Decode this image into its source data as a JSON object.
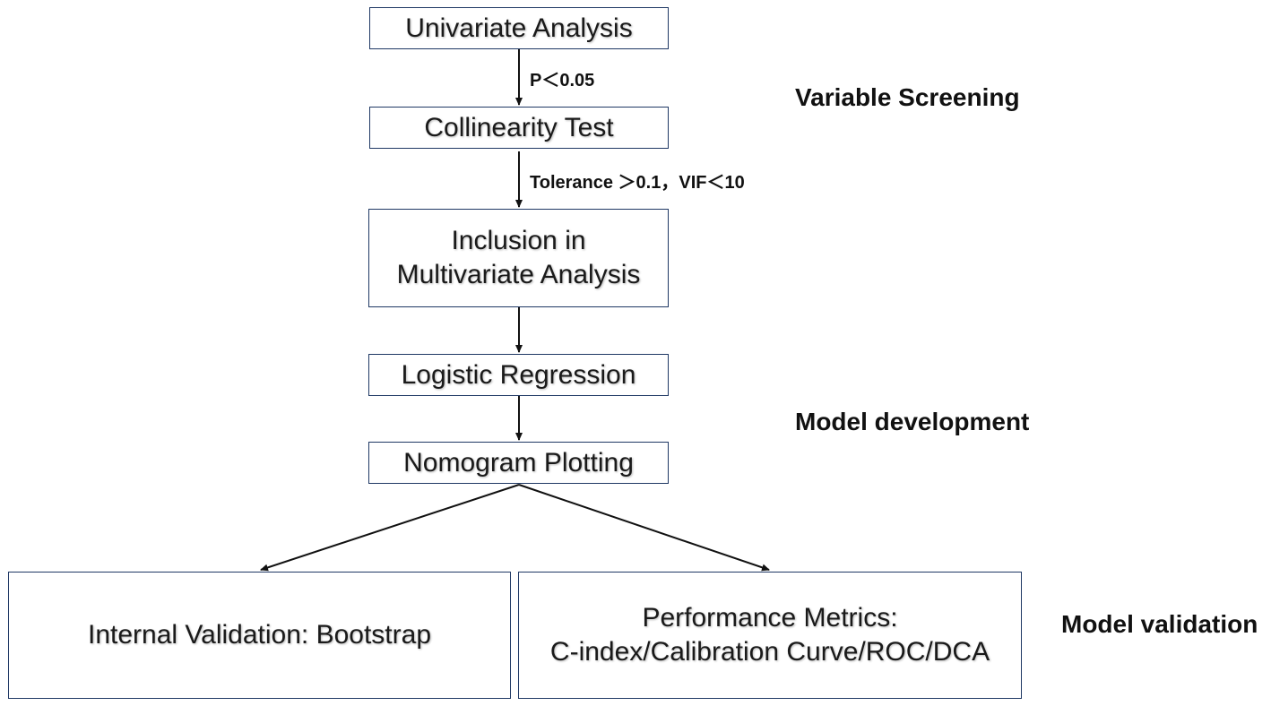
{
  "nodes": {
    "univariate": {
      "label": "Univariate Analysis"
    },
    "collinearity": {
      "label": "Collinearity Test"
    },
    "inclusion": {
      "line1": "Inclusion in",
      "line2": "Multivariate Analysis"
    },
    "logistic": {
      "label": "Logistic Regression"
    },
    "nomogram": {
      "label": "Nomogram Plotting"
    },
    "internal_validation": {
      "label": "Internal Validation: Bootstrap"
    },
    "performance": {
      "line1": "Performance Metrics:",
      "line2": "C-index/Calibration Curve/ROC/DCA"
    }
  },
  "edge_labels": {
    "p_value": "P＜0.05",
    "tolerance": "Tolerance ＞0.1，VIF＜10"
  },
  "stages": {
    "screening": "Variable Screening",
    "development": "Model development",
    "validation": "Model validation"
  },
  "colors": {
    "box_border": "#1f3864",
    "arrow": "#111111",
    "text": "#1a1a1a"
  }
}
